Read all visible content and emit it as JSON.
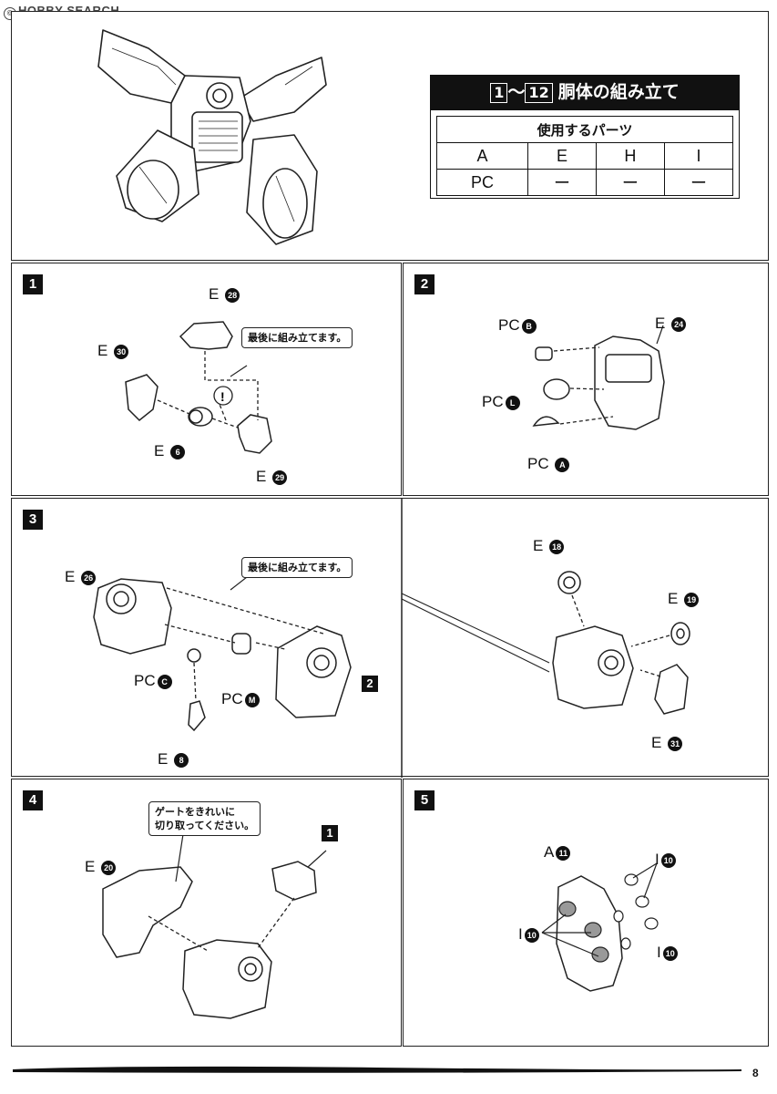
{
  "watermark": {
    "symbol": "©",
    "text": "HOBBY SEARCH"
  },
  "header": {
    "title_start": "1",
    "title_sep": "～",
    "title_end": "12",
    "title_text": "胴体の組み立て",
    "parts_heading": "使用するパーツ",
    "parts_row1": [
      "A",
      "E",
      "H",
      "I"
    ],
    "parts_row2": [
      "PC",
      "ー",
      "ー",
      "ー"
    ]
  },
  "steps": {
    "s1": {
      "number": "1",
      "labels": [
        {
          "prefix": "E",
          "num": "28"
        },
        {
          "prefix": "E",
          "num": "30"
        },
        {
          "prefix": "E",
          "num": "6"
        },
        {
          "prefix": "E",
          "num": "29"
        }
      ],
      "note": "最後に組み立てます。"
    },
    "s2": {
      "number": "2",
      "labels": [
        {
          "prefix": "PC",
          "num": "B"
        },
        {
          "prefix": "E",
          "num": "24"
        },
        {
          "prefix": "PC",
          "num": "L"
        },
        {
          "prefix": "PC",
          "num": "A"
        }
      ]
    },
    "s3": {
      "number": "3",
      "labels": [
        {
          "prefix": "E",
          "num": "26"
        },
        {
          "prefix": "PC",
          "num": "C"
        },
        {
          "prefix": "PC",
          "num": "M"
        },
        {
          "prefix": "E",
          "num": "8"
        },
        {
          "prefix": "E",
          "num": "18"
        },
        {
          "prefix": "E",
          "num": "19"
        },
        {
          "prefix": "E",
          "num": "31"
        }
      ],
      "note": "最後に組み立てます。",
      "ref": "2"
    },
    "s4": {
      "number": "4",
      "labels": [
        {
          "prefix": "E",
          "num": "20"
        }
      ],
      "note_line1": "ゲートをきれいに",
      "note_line2": "切り取ってください。",
      "ref": "1"
    },
    "s5": {
      "number": "5",
      "labels": [
        {
          "prefix": "A",
          "num": "11"
        },
        {
          "prefix": "I",
          "num": "10"
        },
        {
          "prefix": "I",
          "num": "10"
        },
        {
          "prefix": "I",
          "num": "10"
        }
      ]
    }
  },
  "page_number": "8"
}
